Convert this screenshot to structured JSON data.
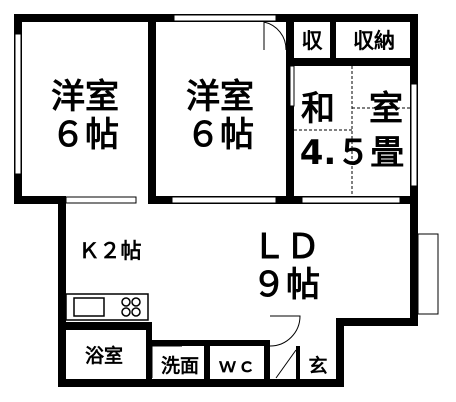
{
  "rooms": {
    "western1": {
      "name": "洋室",
      "size": "６帖"
    },
    "western2": {
      "name": "洋室",
      "size": "６帖"
    },
    "japanese": {
      "name": "和　室",
      "size": "4.５畳"
    },
    "ld": {
      "name": "ＬＤ",
      "size": "９帖"
    },
    "kitchen": {
      "label": "Ｋ２帖"
    }
  },
  "storage": {
    "closet": "収",
    "cupboard": "収納"
  },
  "wet": {
    "bath": "浴室",
    "washroom": "洗面",
    "wc": "ｗｃ"
  },
  "entrance": "玄"
}
